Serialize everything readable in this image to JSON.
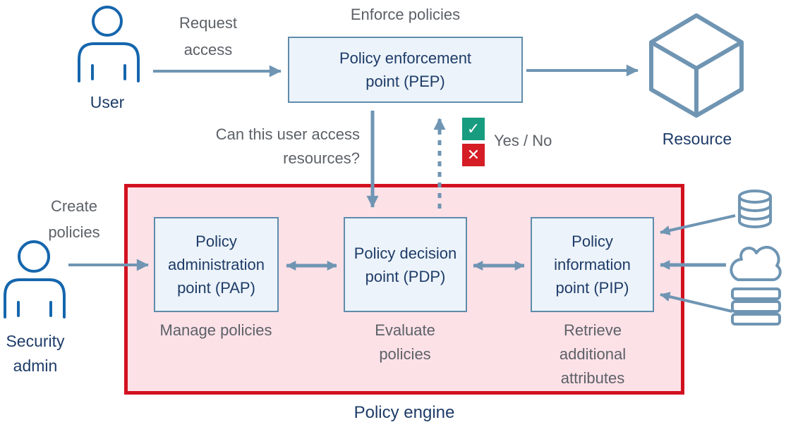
{
  "colors": {
    "navy": "#1e3c68",
    "gray": "#5c6167",
    "steel": "#6f95b3",
    "person_blue": "#1566ad",
    "red": "#d2111f",
    "red2": "#d51d26",
    "pink": "#fce1e7",
    "box_fill": "#ecf3fa",
    "box_border": "#5f8cab",
    "green": "#189c80"
  },
  "actors": {
    "user": {
      "label": "User",
      "caption": "Request access",
      "icon": "person-icon"
    },
    "security_admin": {
      "label": "Security admin",
      "caption": "Create policies",
      "icon": "person-icon"
    },
    "resource": {
      "label": "Resource",
      "icon": "cube-icon"
    }
  },
  "pep": {
    "label": "Policy enforcement point (PEP)",
    "caption": "Enforce policies"
  },
  "engine": {
    "label": "Policy engine",
    "pap": {
      "label": "Policy administration point (PAP)",
      "caption": "Manage policies"
    },
    "pdp": {
      "label": "Policy decision point (PDP)",
      "caption": "Evaluate policies"
    },
    "pip": {
      "label": "Policy information point (PIP)",
      "caption": "Retrieve additional attributes"
    }
  },
  "decision": {
    "question": "Can this user access resources?",
    "answer": "Yes / No",
    "yes_glyph": "✓",
    "no_glyph": "✕"
  },
  "attribute_sources": {
    "icons": [
      "database-icon",
      "cloud-icon",
      "server-stack-icon"
    ]
  }
}
